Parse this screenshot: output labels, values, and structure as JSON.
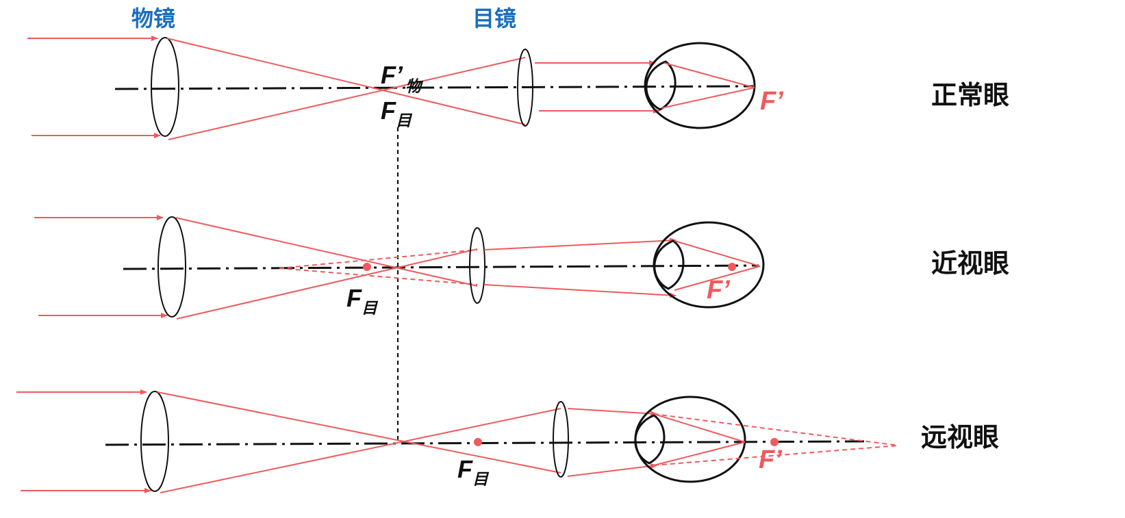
{
  "header": {
    "objective_label": "物镜",
    "eyepiece_label": "目镜"
  },
  "rows": [
    {
      "eye_type": "正常眼",
      "focal_obj_main": "F’",
      "focal_obj_sub": "物",
      "focal_eye_main": "F",
      "focal_eye_sub": "目",
      "retina_focus": "F’"
    },
    {
      "eye_type": "近视眼",
      "focal_eye_main": "F",
      "focal_eye_sub": "目",
      "retina_focus": "F’"
    },
    {
      "eye_type": "远视眼",
      "focal_eye_main": "F",
      "focal_eye_sub": "目",
      "retina_focus": "F’"
    }
  ],
  "colors": {
    "ray": "#f0595c",
    "label_blue": "#1a6fbf",
    "line": "#111111"
  }
}
